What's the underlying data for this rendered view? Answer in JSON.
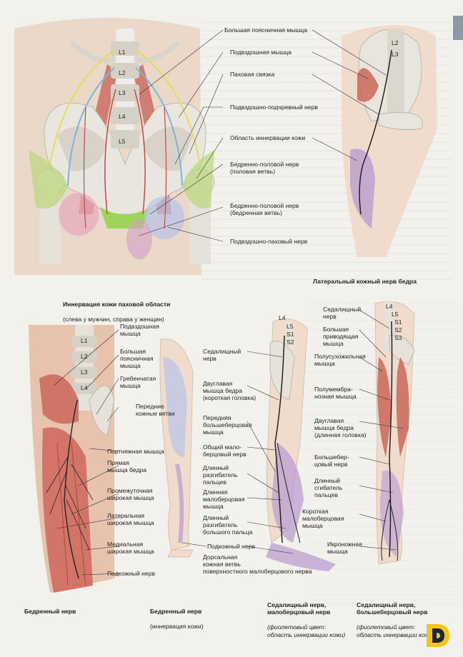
{
  "figures": {
    "groin": {
      "title": "Иннервация кожи паховой области",
      "subtitle": "(слева у мужчин, справа у женщин)",
      "vertebrae": [
        "L1",
        "L2",
        "L3",
        "L4",
        "L5"
      ],
      "labels": [
        "Большая поясничная мышца",
        "Подвздошная мышца",
        "Паховая связка",
        "Подвздошно-подчревный нерв",
        "Область иннервации кожи",
        "Бедренно-половой нерв\n(половая ветвь)",
        "Бедренно-половой нерв\n(бедренная ветвь)",
        "Подвздошно-паховый нерв"
      ]
    },
    "lateral_cutaneous": {
      "title": "Латеральный кожный нерв бедра",
      "vertebrae": [
        "L2",
        "L3"
      ]
    },
    "femoral": {
      "title": "Бедренный нерв",
      "vertebrae": [
        "L1",
        "L2",
        "L3",
        "L4"
      ],
      "labels": [
        "Подвздошная\nмышца",
        "Большая\nпоясничная\nмышца",
        "Гребенчатая\nмышца",
        "Передние\nкожные ветви",
        "Портняжная мышца",
        "Прямая\nмышца бедра",
        "Промежуточная\nширокая мышца",
        "Латеральная\nширокая мышца",
        "Медиальная\nширокая мышца",
        "Подкожный нерв"
      ]
    },
    "femoral_skin": {
      "title": "Бедренный нерв",
      "subtitle": "(иннервация кожи)",
      "labels": [
        "Подкожный нерв"
      ]
    },
    "sciatic_peroneal": {
      "title": "Седалищный нерв,\nмалоберцовый нерв",
      "subtitle": "(фиолетовый цвет:\nобласть иннервации кожи)",
      "vertebrae": [
        "L4",
        "L5",
        "S1",
        "S2"
      ],
      "labels": [
        "Седалищный\nнерв",
        "Двуглавая\nмышца бедра\n(короткая головка)",
        "Передняя\nбольшеберцовая\nмышца",
        "Общий мало-\nберцовый нерв",
        "Длинный\nразгибатель\nпальцев",
        "Длинная\nмалоберцовая\nмышца",
        "Длинный\nразгибатель\nбольшого пальца",
        "Дорсальная\nкожная ветвь\nповерхностного малоберцового нерва"
      ]
    },
    "sciatic_tibial": {
      "title": "Седалищный нерв,\nбольшеберцовый нерв",
      "subtitle": "(фиолетовый цвет:\nобласть иннервации кожи)",
      "vertebrae": [
        "L4",
        "L5",
        "S1",
        "S2",
        "S3"
      ],
      "labels": [
        "Седалищный\nнерв",
        "Большая\nприводящая\nмышца",
        "Полусухожильная\nмышца",
        "Полумембра-\nнозная мышца",
        "Двуглавая\nмышца бедра\n(длинная головка)",
        "Большебер-\nцовый нерв",
        "Длинный\nсгибатель\nпальцев",
        "Короткая\nмалоберцовая\nмышца",
        "Икроножная\nмышца"
      ]
    }
  },
  "colors": {
    "bone": "#e9e6df",
    "muscle": "#c8645a",
    "nerve": "#2b2b2b",
    "yellow_nerve": "#e6dc5a",
    "blue_nerve": "#7fb4d8",
    "green_area": "#9fd45a",
    "violet_area": "#b79ad0",
    "skin": "#ecd6c4",
    "logo_yellow": "#f3c51a",
    "logo_dark": "#1d2433"
  }
}
